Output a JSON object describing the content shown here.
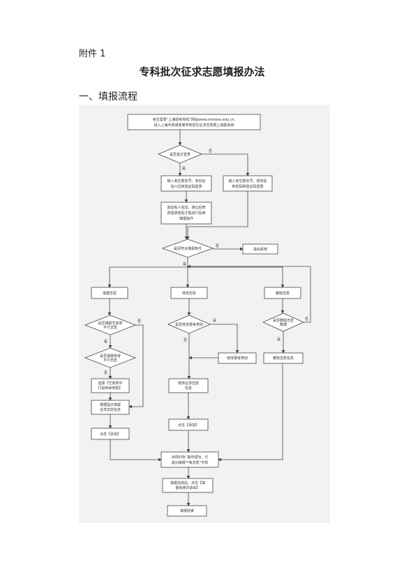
{
  "header": {
    "attachment": "附件 1",
    "title": "专科批次征求志愿填报办法",
    "section": "一、填报流程"
  },
  "flowchart": {
    "start": [
      "考生登录“上海招考热线”网站www.shmeea.edu.cn,",
      "进入上海市普通高等学校招生征求志愿网上填报系统"
    ],
    "d_first_login": "是否首次登录",
    "yes": "是",
    "no": "否",
    "first_login_box": [
      "输入考生报名号、身份证",
      "后六位和验证码登录"
    ],
    "not_first_box": [
      "输入考生报名号、修改后",
      "新密码和验证码登录"
    ],
    "verify_box": [
      "验证私人信息，通过后修",
      "改登录密码才能进行后续",
      "填报操作"
    ],
    "d_eligible": "是否符合填报条件",
    "exit_box": "退出系统",
    "fill_box": "填报志愿",
    "modify_box": "修改志愿",
    "delete_box": "删除志愿",
    "d_art_pe": [
      "是否填报艺体类",
      "平行志愿"
    ],
    "d_school_test": [
      "是否填报校考",
      "平行志愿"
    ],
    "choose_category": [
      "选择【艺体类平",
      "行投档考类别】"
    ],
    "fill_info": [
      "根据提示填报",
      "征求志愿信息"
    ],
    "click_add_left": "点击【添加】",
    "d_change_category": "是否修改报考类别",
    "change_category_box": "修改报考类别",
    "modify_info_box": [
      "修改征求志愿",
      "信息"
    ],
    "click_add_mid": "点击【添加】",
    "d_delete": [
      "是否删除志愿",
      "数据"
    ],
    "delete_info_box": "删除志愿信息",
    "success_box": [
      "出现红色“操作成功，已",
      "成功填报**条志愿”字样"
    ],
    "confirm_box": [
      "填报完成后，点击【填",
      "报结束并退出】"
    ],
    "end_box": "填报结束"
  }
}
